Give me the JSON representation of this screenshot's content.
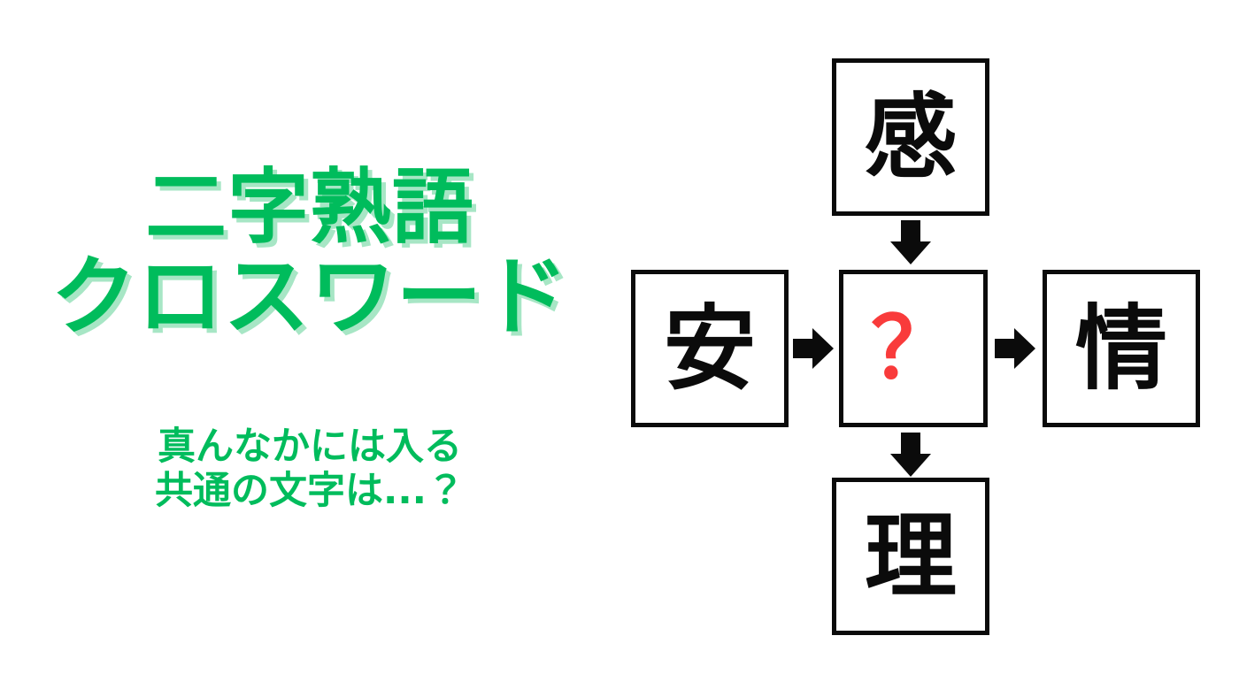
{
  "theme": {
    "background": "#ffffff",
    "title_green": "#00bc5c",
    "title_shadow_green": "#a7e6c5",
    "ink_black": "#0b0b0b",
    "unknown_red": "#f93b3b"
  },
  "headline": {
    "line_1": "二字熟語",
    "line_2": "クロスワード"
  },
  "subtitle": {
    "line_1": "真んなかには入る",
    "line_2": "共通の文字は...？"
  },
  "puzzle": {
    "type": "kanji-crossword",
    "layout": "plus-cross",
    "cells": {
      "top": {
        "char": "感",
        "role": "given"
      },
      "left": {
        "char": "安",
        "role": "given"
      },
      "center": {
        "char": "？",
        "role": "unknown"
      },
      "right": {
        "char": "情",
        "role": "given"
      },
      "bottom": {
        "char": "理",
        "role": "given"
      }
    },
    "arrows": [
      {
        "name": "top-to-center",
        "direction": "down",
        "from": "top",
        "to": "center"
      },
      {
        "name": "left-to-center",
        "direction": "right",
        "from": "left",
        "to": "center"
      },
      {
        "name": "center-to-right",
        "direction": "right",
        "from": "center",
        "to": "right"
      },
      {
        "name": "center-to-bottom",
        "direction": "down",
        "from": "center",
        "to": "bottom"
      }
    ]
  }
}
